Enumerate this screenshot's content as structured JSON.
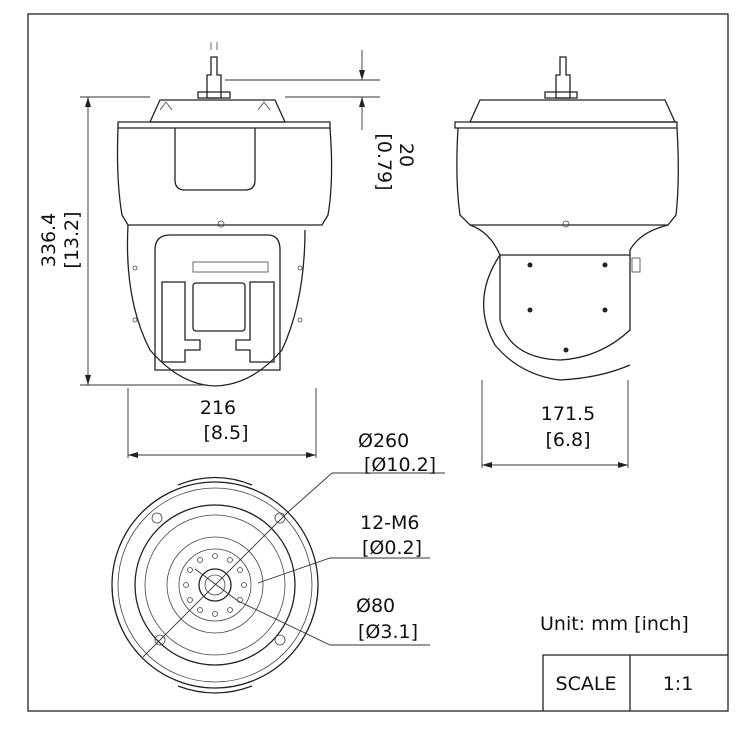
{
  "dimensions": {
    "height_mm": "336.4",
    "height_in": "[13.2]",
    "top_mm": "20",
    "top_in": "[0.79]",
    "front_width_mm": "216",
    "front_width_in": "[8.5]",
    "side_width_mm": "171.5",
    "side_width_in": "[6.8]",
    "outer_dia_mm": "Ø260",
    "outer_dia_in": "[Ø10.2]",
    "screws": "12-M6",
    "screws_in": "[Ø0.2]",
    "inner_dia_mm": "Ø80",
    "inner_dia_in": "[Ø3.1]"
  },
  "unit_label": "Unit: mm [inch]",
  "scale": {
    "label": "SCALE",
    "value": "1:1"
  }
}
